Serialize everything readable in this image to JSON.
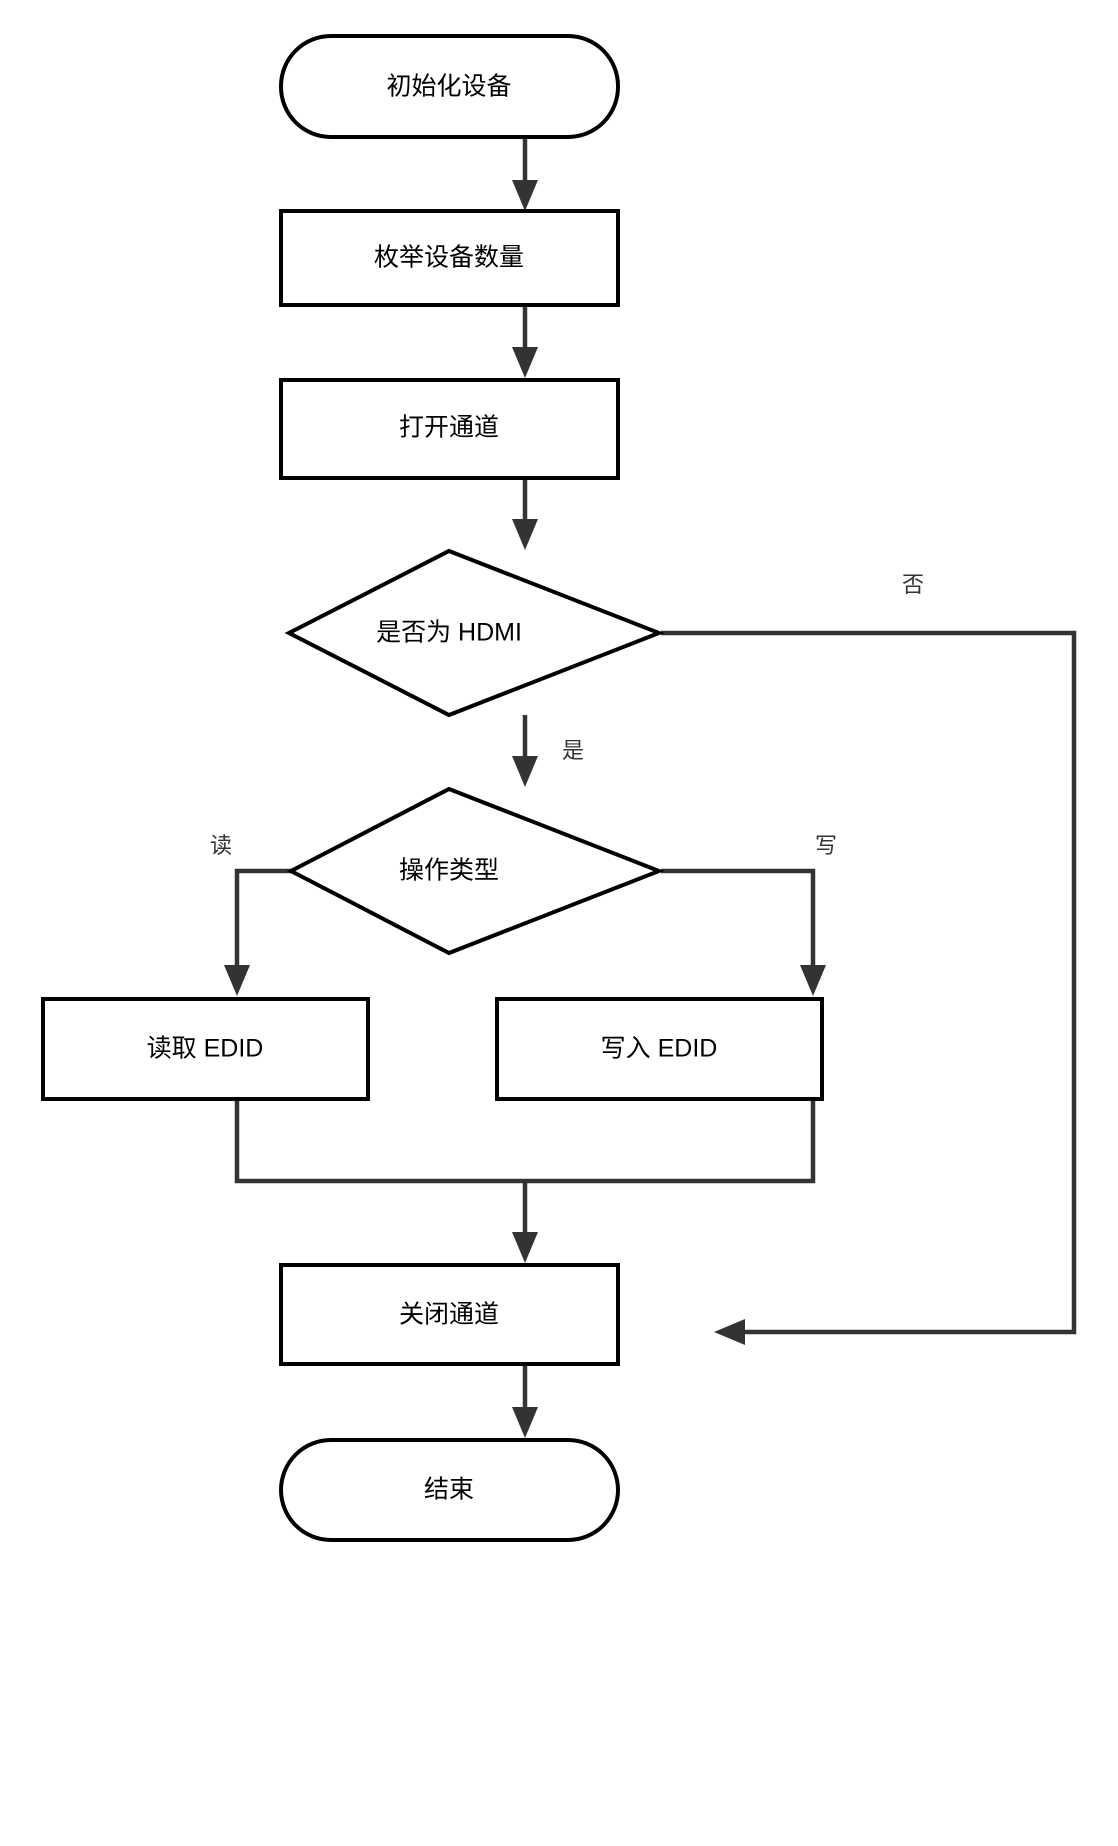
{
  "diagram": {
    "type": "flowchart",
    "orientation": "top-to-bottom",
    "background_color": "#ffffff",
    "shape_stroke_color": "#000000",
    "connector_color": "#333333",
    "text_color": "#000000",
    "nodes": [
      {
        "id": "start",
        "shape": "terminator",
        "label": "初始化设备"
      },
      {
        "id": "enumerate",
        "shape": "process",
        "label": "枚举设备数量"
      },
      {
        "id": "open",
        "shape": "process",
        "label": "打开通道"
      },
      {
        "id": "is_hdmi",
        "shape": "decision",
        "label": "是否为 HDMI"
      },
      {
        "id": "op_type",
        "shape": "decision",
        "label": "操作类型"
      },
      {
        "id": "read_edid",
        "shape": "process",
        "label": "读取 EDID"
      },
      {
        "id": "write_edid",
        "shape": "process",
        "label": "写入 EDID"
      },
      {
        "id": "close",
        "shape": "process",
        "label": "关闭通道"
      },
      {
        "id": "end",
        "shape": "terminator",
        "label": "结束"
      }
    ],
    "edges": [
      {
        "from": "start",
        "to": "enumerate",
        "label": ""
      },
      {
        "from": "enumerate",
        "to": "open",
        "label": ""
      },
      {
        "from": "open",
        "to": "is_hdmi",
        "label": ""
      },
      {
        "from": "is_hdmi",
        "to": "op_type",
        "label": "是"
      },
      {
        "from": "is_hdmi",
        "to": "close",
        "label": "否"
      },
      {
        "from": "op_type",
        "to": "read_edid",
        "label": "读"
      },
      {
        "from": "op_type",
        "to": "write_edid",
        "label": "写"
      },
      {
        "from": "read_edid",
        "to": "close",
        "label": ""
      },
      {
        "from": "write_edid",
        "to": "close",
        "label": ""
      },
      {
        "from": "close",
        "to": "end",
        "label": ""
      }
    ],
    "edge_labels": {
      "hdmi_yes": "是",
      "hdmi_no": "否",
      "op_read": "读",
      "op_write": "写"
    }
  }
}
